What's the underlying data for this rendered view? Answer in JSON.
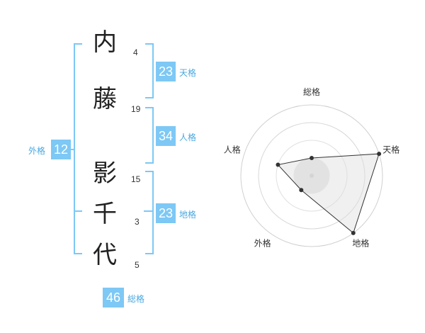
{
  "name": {
    "characters": [
      {
        "char": "内",
        "strokes": "4"
      },
      {
        "char": "藤",
        "strokes": "19"
      },
      {
        "char": "影",
        "strokes": "15"
      },
      {
        "char": "千",
        "strokes": "3"
      },
      {
        "char": "代",
        "strokes": "5"
      }
    ]
  },
  "fortune": {
    "tenkaku": {
      "label": "天格",
      "value": "23"
    },
    "jinkaku": {
      "label": "人格",
      "value": "34"
    },
    "chikaku": {
      "label": "地格",
      "value": "23"
    },
    "gaikaku": {
      "label": "外格",
      "value": "12"
    },
    "soukaku": {
      "label": "総格",
      "value": "46"
    }
  },
  "colors": {
    "accent": "#7dc8f5",
    "accent_text": "#4aa8e0"
  },
  "chart_data": {
    "type": "radar",
    "axes": [
      "総格",
      "天格",
      "地格",
      "外格",
      "人格"
    ],
    "rings": 4,
    "values": [
      1,
      4,
      4,
      1,
      2
    ],
    "max": 4
  }
}
